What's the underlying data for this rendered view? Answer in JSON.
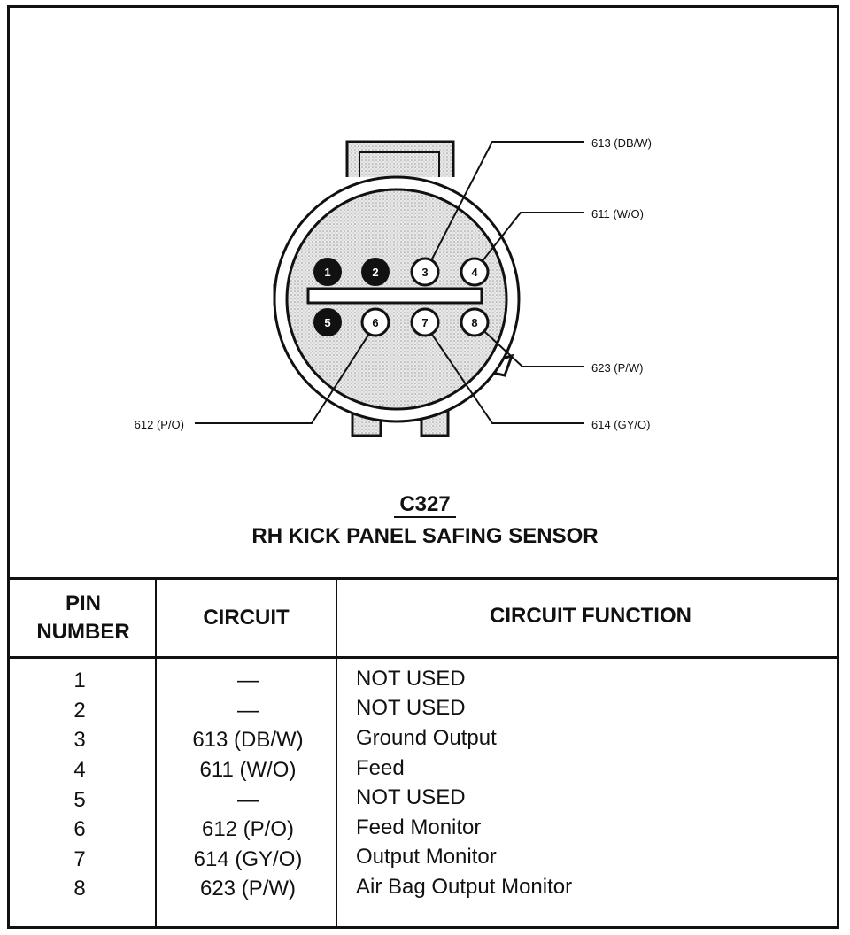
{
  "connector": {
    "code": "C327",
    "name": "RH KICK PANEL SAFING SENSOR",
    "wire_labels": {
      "w3": "613 (DB/W)",
      "w4": "611 (W/O)",
      "w8": "623 (P/W)",
      "w7": "614 (GY/O)",
      "w6": "612 (P/O)"
    },
    "pins": [
      "1",
      "2",
      "3",
      "4",
      "5",
      "6",
      "7",
      "8"
    ]
  },
  "table": {
    "headers": {
      "pin_line1": "PIN",
      "pin_line2": "NUMBER",
      "circuit": "CIRCUIT",
      "function": "CIRCUIT FUNCTION"
    },
    "rows": [
      {
        "pin": "1",
        "circuit": "—",
        "function": "NOT USED"
      },
      {
        "pin": "2",
        "circuit": "—",
        "function": "NOT USED"
      },
      {
        "pin": "3",
        "circuit": "613 (DB/W)",
        "function": "Ground Output"
      },
      {
        "pin": "4",
        "circuit": "611 (W/O)",
        "function": "Feed"
      },
      {
        "pin": "5",
        "circuit": "—",
        "function": "NOT USED"
      },
      {
        "pin": "6",
        "circuit": "612 (P/O)",
        "function": "Feed Monitor"
      },
      {
        "pin": "7",
        "circuit": "614 (GY/O)",
        "function": "Output Monitor"
      },
      {
        "pin": "8",
        "circuit": "623 (P/W)",
        "function": "Air Bag Output Monitor"
      }
    ]
  }
}
